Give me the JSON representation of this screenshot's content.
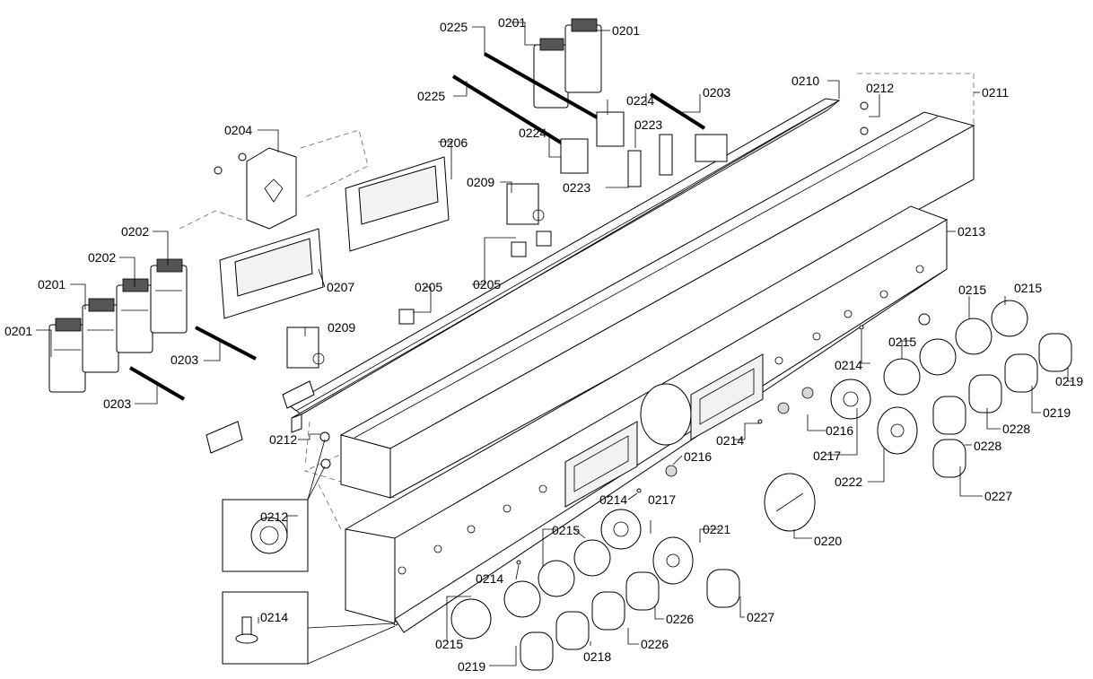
{
  "diagram": {
    "labels": {
      "l0201a": "0201",
      "l0201b": "0201",
      "l0201c": "0201",
      "l0201d": "0201",
      "l0202a": "0202",
      "l0202b": "0202",
      "l0203a": "0203",
      "l0203b": "0203",
      "l0203c": "0203",
      "l0204": "0204",
      "l0205a": "0205",
      "l0205b": "0205",
      "l0206": "0206",
      "l0207": "0207",
      "l0209a": "0209",
      "l0209b": "0209",
      "l0210": "0210",
      "l0211": "0211",
      "l0212a": "0212",
      "l0212b": "0212",
      "l0212c": "0212",
      "l0213": "0213",
      "l0214a": "0214",
      "l0214b": "0214",
      "l0214c": "0214",
      "l0214d": "0214",
      "l0214e": "0214",
      "l0215a": "0215",
      "l0215b": "0215",
      "l0215c": "0215",
      "l0215d": "0215",
      "l0215e": "0215",
      "l0216a": "0216",
      "l0216b": "0216",
      "l0217a": "0217",
      "l0217b": "0217",
      "l0218": "0218",
      "l0219a": "0219",
      "l0219b": "0219",
      "l0219c": "0219",
      "l0220": "0220",
      "l0221": "0221",
      "l0222": "0222",
      "l0223a": "0223",
      "l0223b": "0223",
      "l0224a": "0224",
      "l0224b": "0224",
      "l0225a": "0225",
      "l0225b": "0225",
      "l0226a": "0226",
      "l0226b": "0226",
      "l0227a": "0227",
      "l0227b": "0227",
      "l0228a": "0228",
      "l0228b": "0228"
    }
  }
}
